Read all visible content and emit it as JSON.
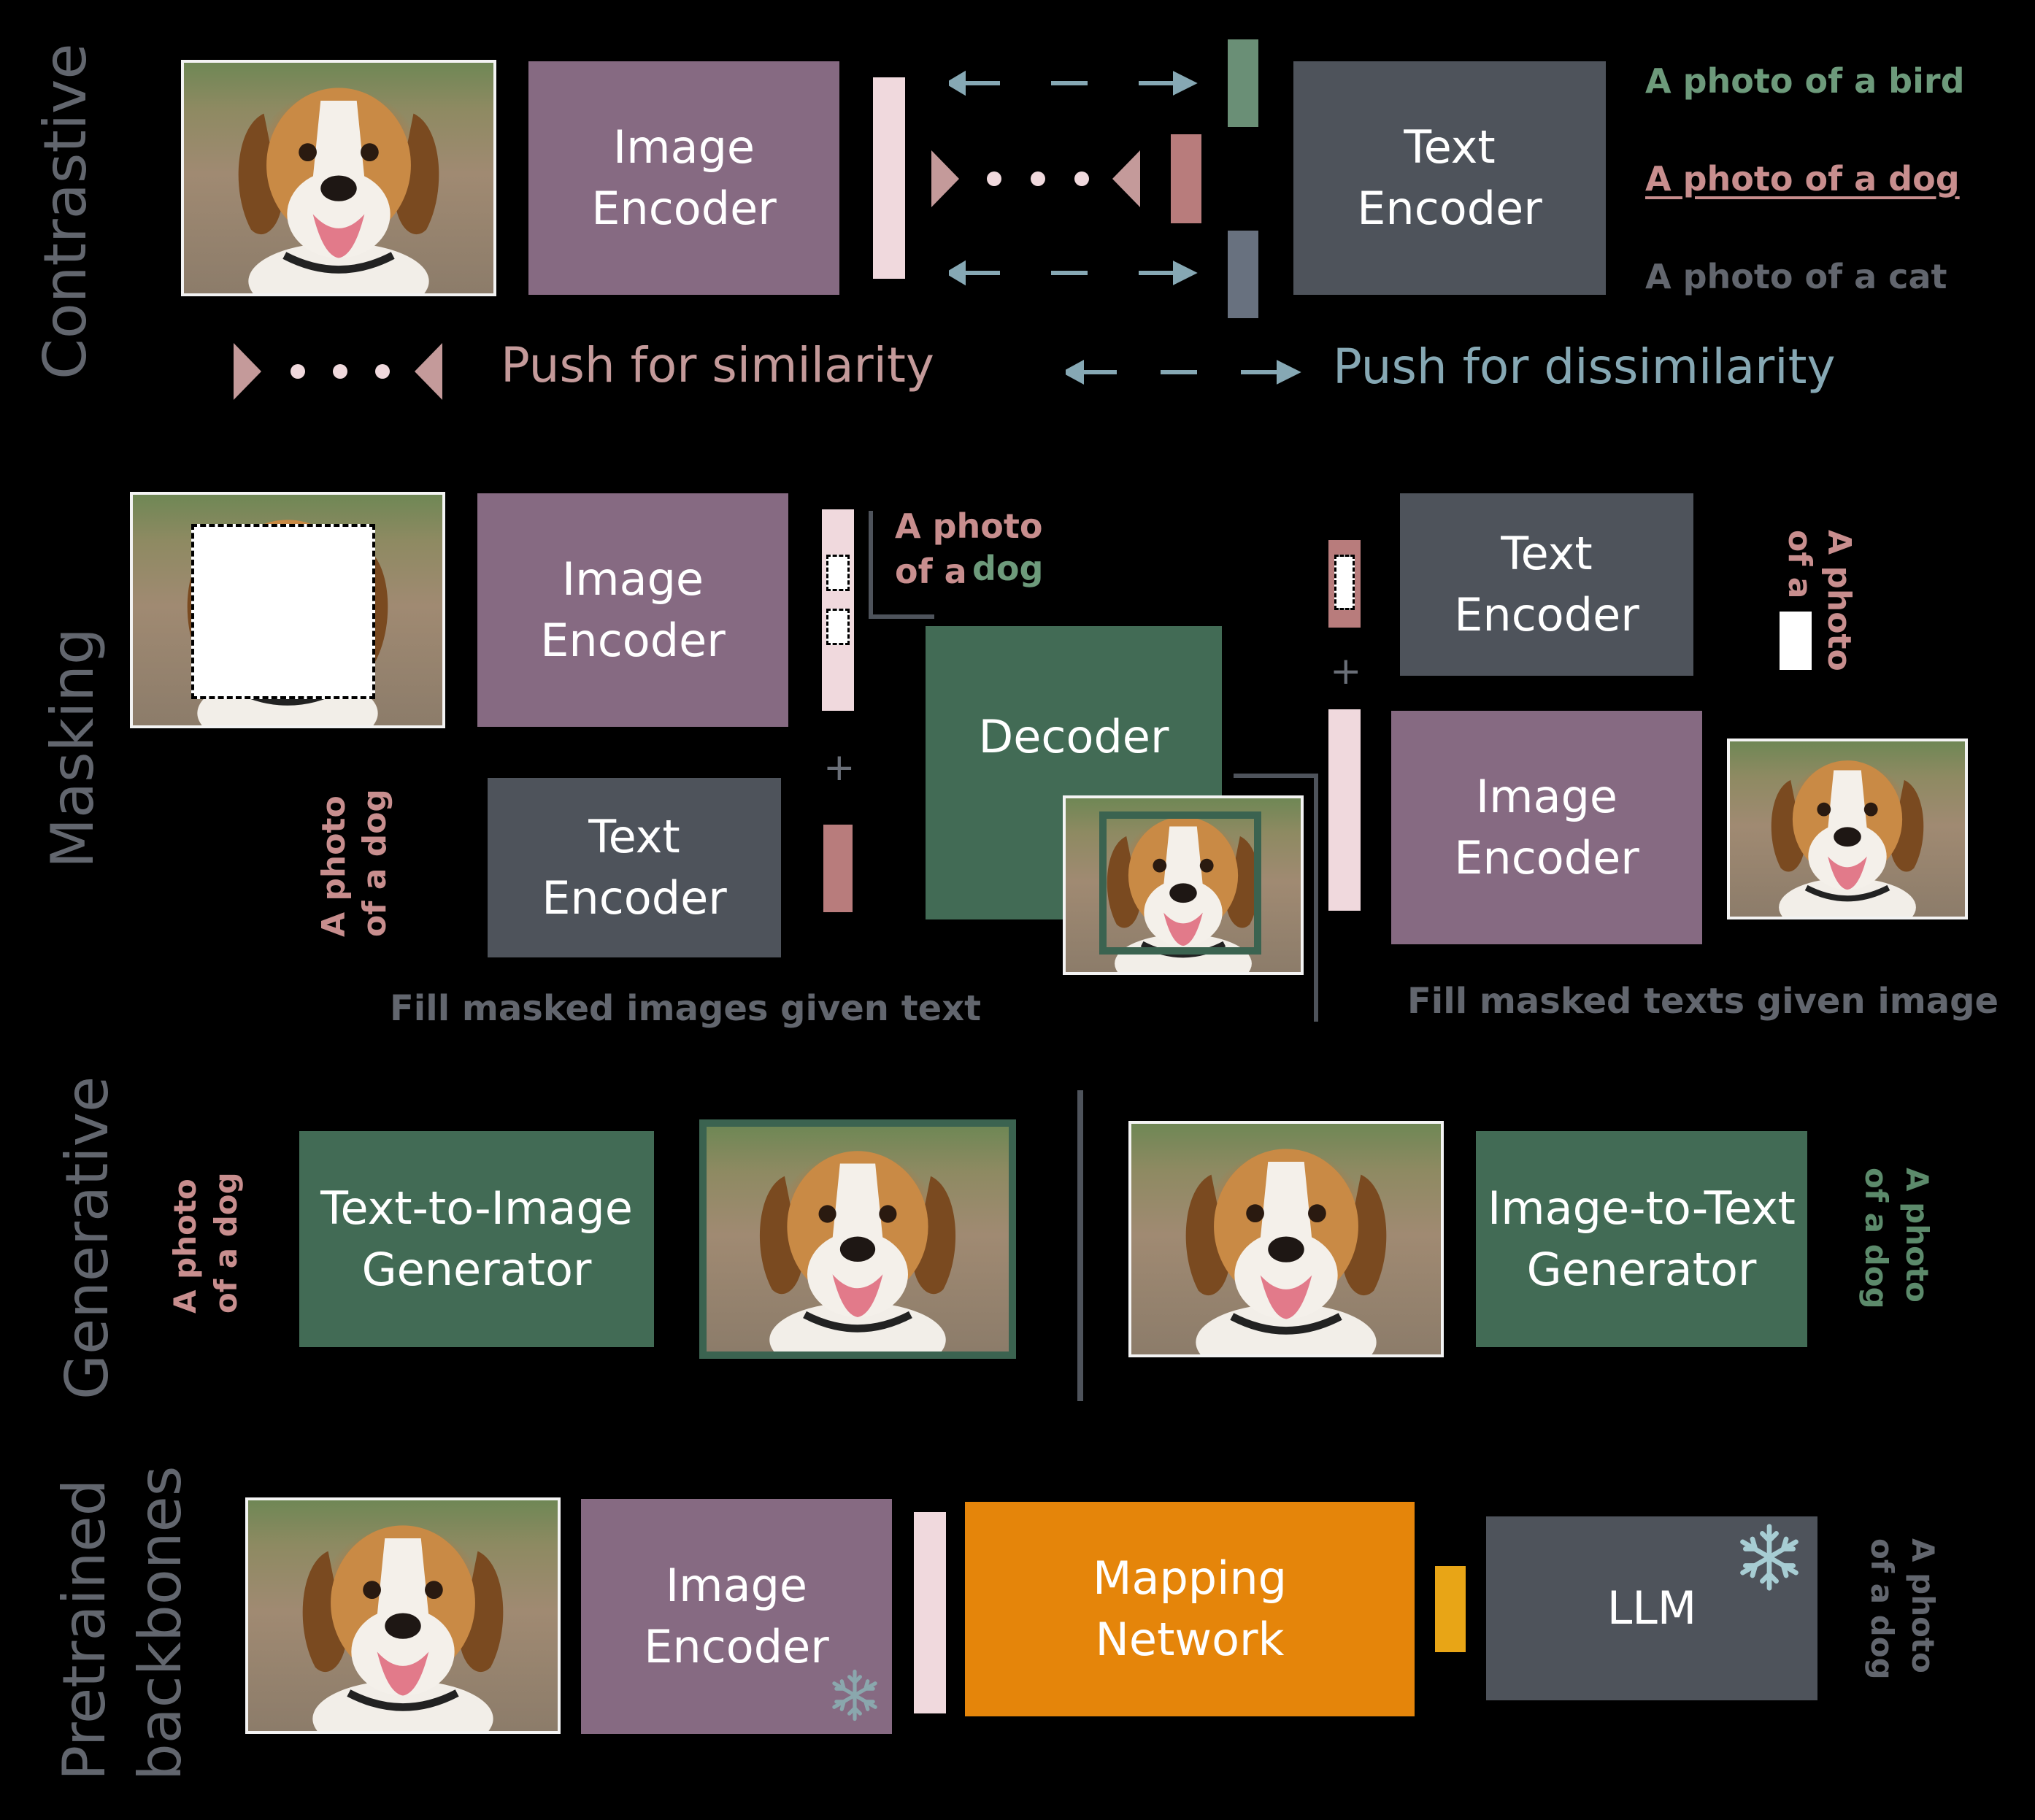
{
  "colors": {
    "background": "#000000",
    "image_encoder": "#866a82",
    "text_encoder": "#4e535b",
    "decoder": "#426b55",
    "mapping_network": "#e5850a",
    "pink_embedding": "#f0d9dd",
    "rose_embedding": "#b87c7c",
    "green_text": "#6d9a7b",
    "blue_arrow": "#86a8b4",
    "gray_text": "#62666e"
  },
  "contrastive": {
    "section_label": "Contrastive",
    "image_encoder": "Image\nEncoder",
    "text_encoder": "Text\nEncoder",
    "captions": [
      "A photo of a bird",
      "A photo of a dog",
      "A photo of a cat"
    ],
    "legend_similarity": "Push for similarity",
    "legend_dissimilarity": "Push for dissimilarity"
  },
  "masking": {
    "section_label": "Masking",
    "image_encoder": "Image\nEncoder",
    "text_encoder": "Text\nEncoder",
    "decoder": "Decoder",
    "text_encoder_right": "Text\nEncoder",
    "image_encoder_right": "Image\nEncoder",
    "caption_masked_prefix": "A photo\nof a",
    "caption_masked_word": "dog",
    "caption_rotated": "A photo\nof a dog",
    "caption_right_rotated": "A photo\nof a",
    "plus": "+",
    "fill_images": "Fill masked images given text",
    "fill_texts": "Fill masked texts given image"
  },
  "generative": {
    "section_label": "Generative",
    "t2i": "Text-to-Image\nGenerator",
    "i2t": "Image-to-Text\nGenerator",
    "caption_left": "A photo\nof a dog",
    "caption_right": "A photo\nof a dog"
  },
  "pretrained": {
    "section_label_1": "Pretrained",
    "section_label_2": "backbones",
    "image_encoder": "Image\nEncoder",
    "mapping": "Mapping\nNetwork",
    "llm": "LLM",
    "caption": "A photo\nof a dog",
    "frozen_icon": "snowflake-icon"
  }
}
